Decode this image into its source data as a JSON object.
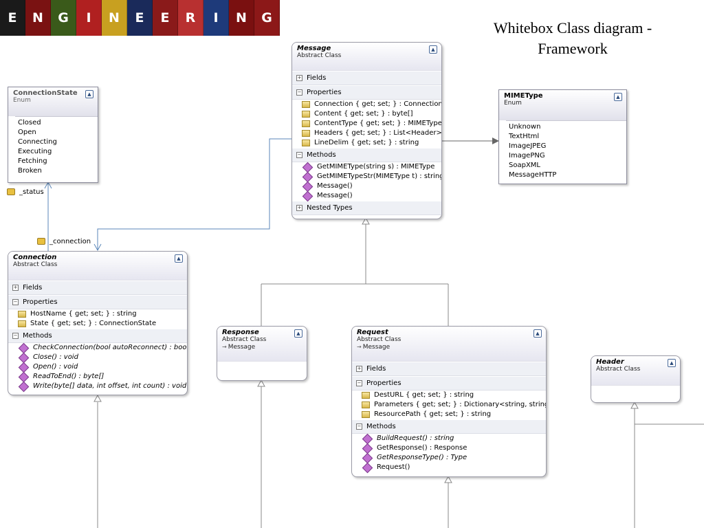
{
  "banner": {
    "letters": [
      "E",
      "N",
      "G",
      "I",
      "N",
      "E",
      "E",
      "R",
      "I",
      "N",
      "G"
    ],
    "colors": [
      "#1a1a1a",
      "#7a1212",
      "#3a5a1a",
      "#b02020",
      "#c8a020",
      "#1a2a5a",
      "#8a1a1a",
      "#b83030",
      "#1e3a7a",
      "#7a1010",
      "#8c1818"
    ]
  },
  "slide_title": "Whitebox Class diagram - Framework",
  "connection_state": {
    "name": "ConnectionState",
    "kind": "Enum",
    "values": [
      "Closed",
      "Open",
      "Connecting",
      "Executing",
      "Fetching",
      "Broken"
    ]
  },
  "mimetype": {
    "name": "MIMEType",
    "kind": "Enum",
    "values": [
      "Unknown",
      "TextHtml",
      "ImageJPEG",
      "ImagePNG",
      "SoapXML",
      "MessageHTTP"
    ]
  },
  "message": {
    "name": "Message",
    "kind": "Abstract Class",
    "sections": {
      "fields": "Fields",
      "properties": "Properties",
      "methods": "Methods",
      "nested": "Nested Types"
    },
    "properties": [
      "Connection { get; set; } : Connection",
      "Content { get; set; } : byte[]",
      "ContentType { get; set; } : MIMEType",
      "Headers { get; set; } : List<Header>",
      "LineDelim { get; set; } : string"
    ],
    "methods": [
      "GetMIMEType(string s) : MIMEType",
      "GetMIMETypeStr(MIMEType t) : string",
      "Message()",
      "Message()"
    ]
  },
  "connection": {
    "name": "Connection",
    "kind": "Abstract Class",
    "sections": {
      "fields": "Fields",
      "properties": "Properties",
      "methods": "Methods"
    },
    "properties": [
      "HostName { get; set; } : string",
      "State { get; set; } : ConnectionState"
    ],
    "methods": [
      "CheckConnection(bool autoReconnect) : bool",
      "Close() : void",
      "Open() : void",
      "ReadToEnd() : byte[]",
      "Write(byte[] data, int offset, int count) : void"
    ]
  },
  "response": {
    "name": "Response",
    "kind": "Abstract Class",
    "base": "Message"
  },
  "request": {
    "name": "Request",
    "kind": "Abstract Class",
    "base": "Message",
    "sections": {
      "fields": "Fields",
      "properties": "Properties",
      "methods": "Methods"
    },
    "properties": [
      "DestURL { get; set; } : string",
      "Parameters { get; set; } : Dictionary<string, string>",
      "ResourcePath { get; set; } : string"
    ],
    "methods": [
      "BuildRequest() : string",
      "GetResponse() : Response",
      "GetResponseType() : Type",
      "Request()"
    ]
  },
  "header": {
    "name": "Header",
    "kind": "Abstract Class"
  },
  "labels": {
    "status": "_status",
    "connection": "_connection"
  }
}
